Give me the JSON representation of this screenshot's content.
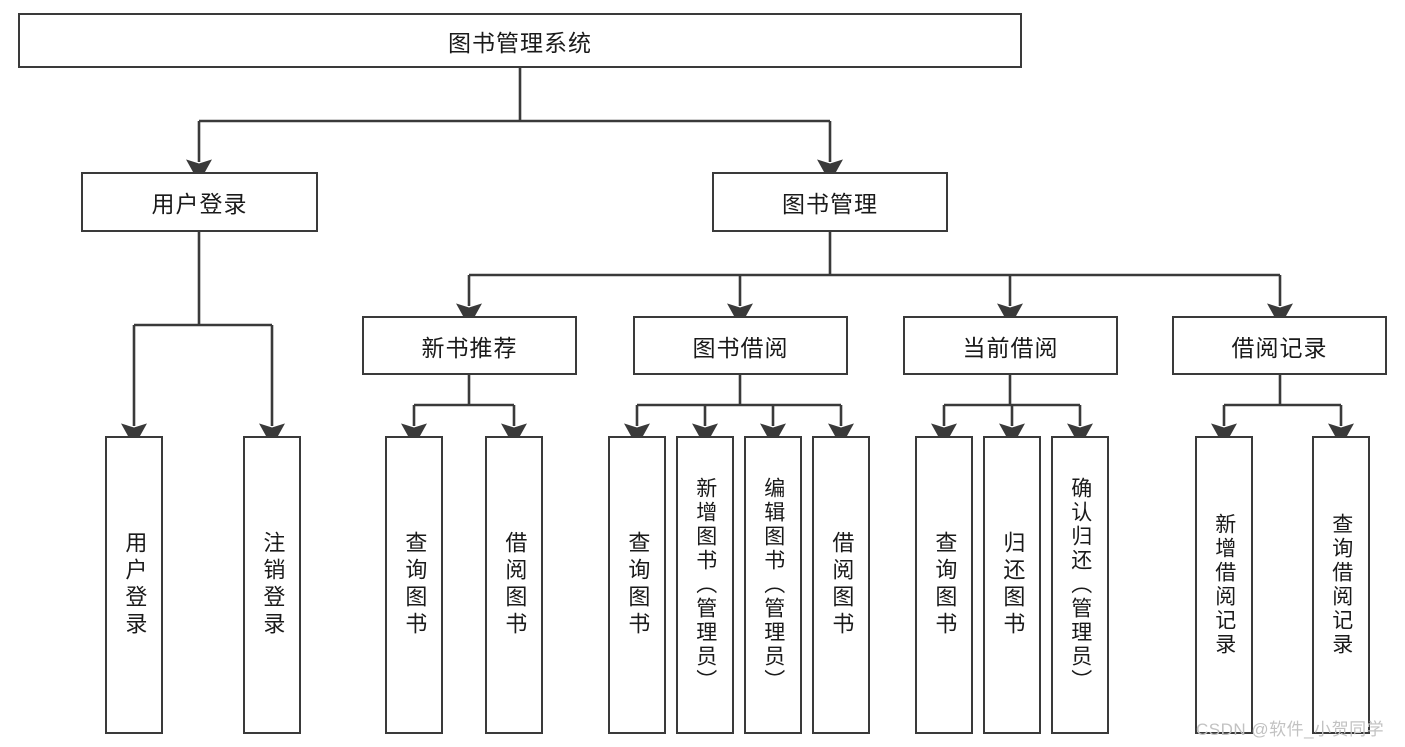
{
  "diagram": {
    "type": "tree-hierarchy",
    "title": "图书管理系统",
    "levels": 4,
    "root": {
      "id": "root",
      "label": "图书管理系统"
    },
    "level2": [
      {
        "id": "user-login",
        "label": "用户登录"
      },
      {
        "id": "book-manage",
        "label": "图书管理"
      }
    ],
    "level3": [
      {
        "id": "new-book-rec",
        "label": "新书推荐",
        "parent": "book-manage"
      },
      {
        "id": "book-borrow",
        "label": "图书借阅",
        "parent": "book-manage"
      },
      {
        "id": "current-borrow",
        "label": "当前借阅",
        "parent": "book-manage"
      },
      {
        "id": "borrow-record",
        "label": "借阅记录",
        "parent": "book-manage"
      }
    ],
    "leaves": [
      {
        "id": "leaf-user-login",
        "label": "用户登录",
        "parent": "user-login"
      },
      {
        "id": "leaf-logout",
        "label": "注销登录",
        "parent": "user-login"
      },
      {
        "id": "leaf-query-book-1",
        "label": "查询图书",
        "parent": "new-book-rec"
      },
      {
        "id": "leaf-borrow-book-1",
        "label": "借阅图书",
        "parent": "new-book-rec"
      },
      {
        "id": "leaf-query-book-2",
        "label": "查询图书",
        "parent": "book-borrow"
      },
      {
        "id": "leaf-add-book",
        "label": "新增图书（管理员）",
        "parent": "book-borrow"
      },
      {
        "id": "leaf-edit-book",
        "label": "编辑图书（管理员）",
        "parent": "book-borrow"
      },
      {
        "id": "leaf-borrow-book-2",
        "label": "借阅图书",
        "parent": "book-borrow"
      },
      {
        "id": "leaf-query-book-3",
        "label": "查询图书",
        "parent": "current-borrow"
      },
      {
        "id": "leaf-return-book",
        "label": "归还图书",
        "parent": "current-borrow"
      },
      {
        "id": "leaf-confirm-return",
        "label": "确认归还（管理员）",
        "parent": "current-borrow"
      },
      {
        "id": "leaf-add-record",
        "label": "新增借阅记录",
        "parent": "borrow-record"
      },
      {
        "id": "leaf-query-record",
        "label": "查询借阅记录",
        "parent": "borrow-record"
      }
    ]
  },
  "watermark": {
    "text": "CSDN @软件_小贺同学"
  },
  "colors": {
    "border": "#3a3a3a",
    "text": "#1a1a1a",
    "background": "#ffffff",
    "watermark": "#c2c2c2"
  }
}
